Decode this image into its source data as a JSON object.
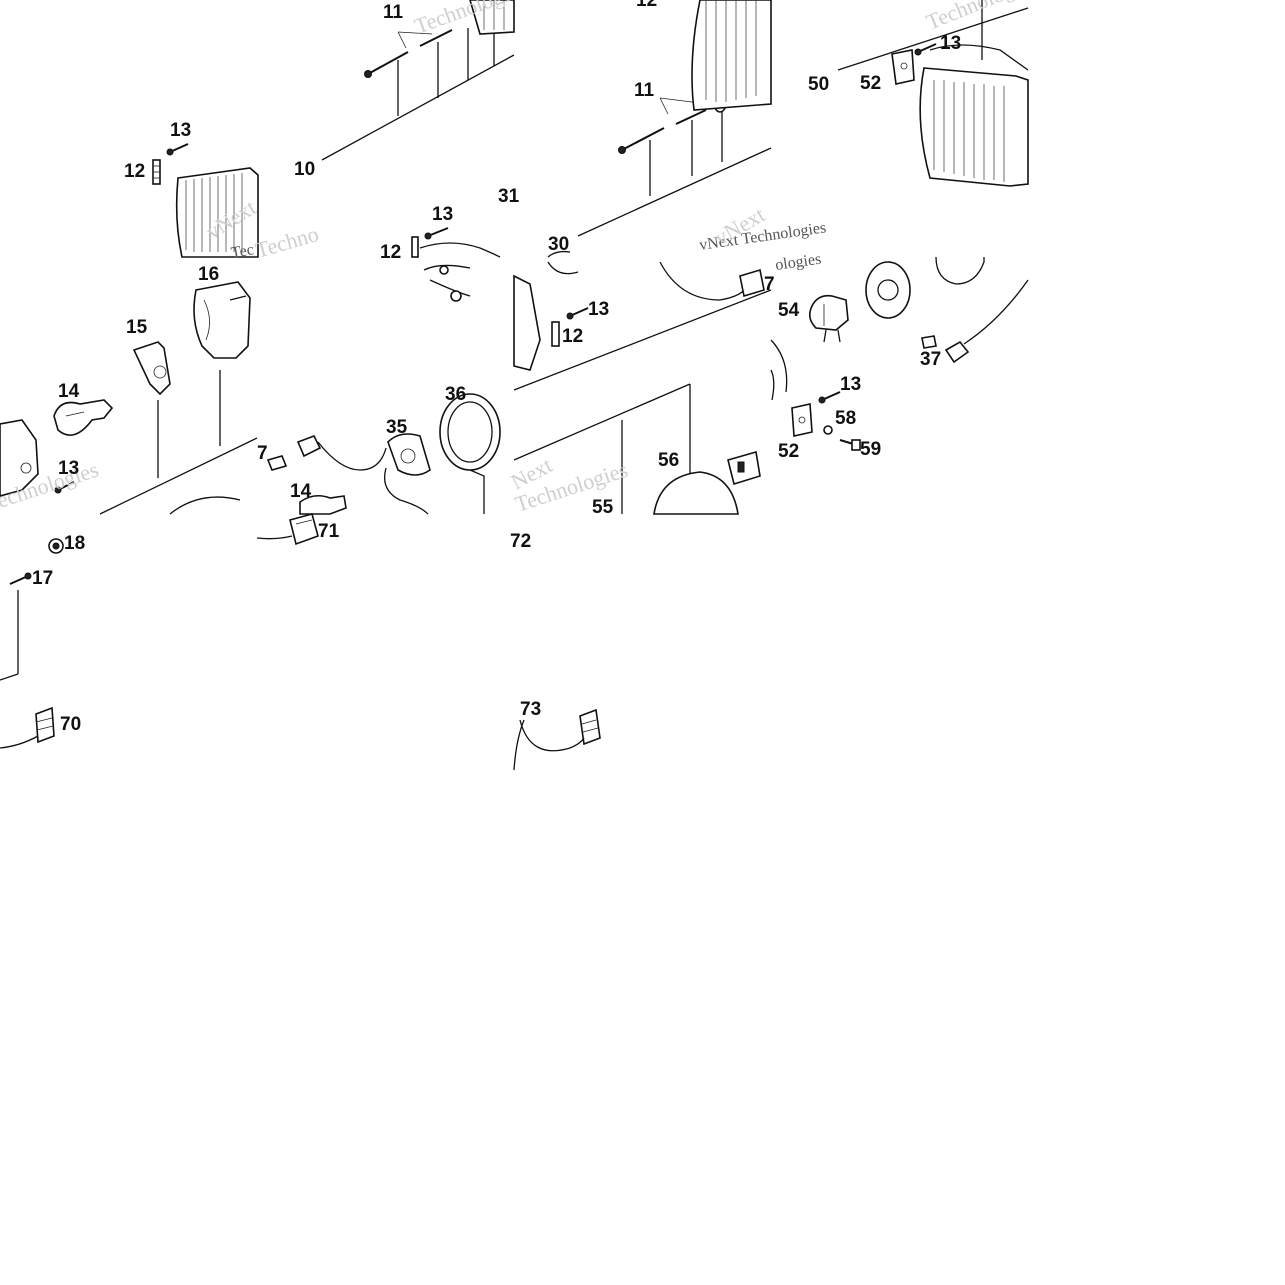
{
  "diagram": {
    "part_labels": [
      "10",
      "11",
      "11",
      "12",
      "12",
      "12",
      "12",
      "13",
      "13",
      "13",
      "13",
      "13",
      "13",
      "14",
      "14",
      "15",
      "16",
      "17",
      "18",
      "30",
      "31",
      "35",
      "36",
      "37",
      "50",
      "52",
      "52",
      "54",
      "55",
      "56",
      "58",
      "59",
      "70",
      "71",
      "72",
      "73",
      "7",
      "7"
    ],
    "watermark_text": [
      "Technologies",
      "vNext",
      "vNext Technologies",
      "Technologies",
      "echnologies",
      "Techno",
      "ologies",
      "Next",
      "Tec",
      "Technologies",
      "vNext"
    ]
  }
}
